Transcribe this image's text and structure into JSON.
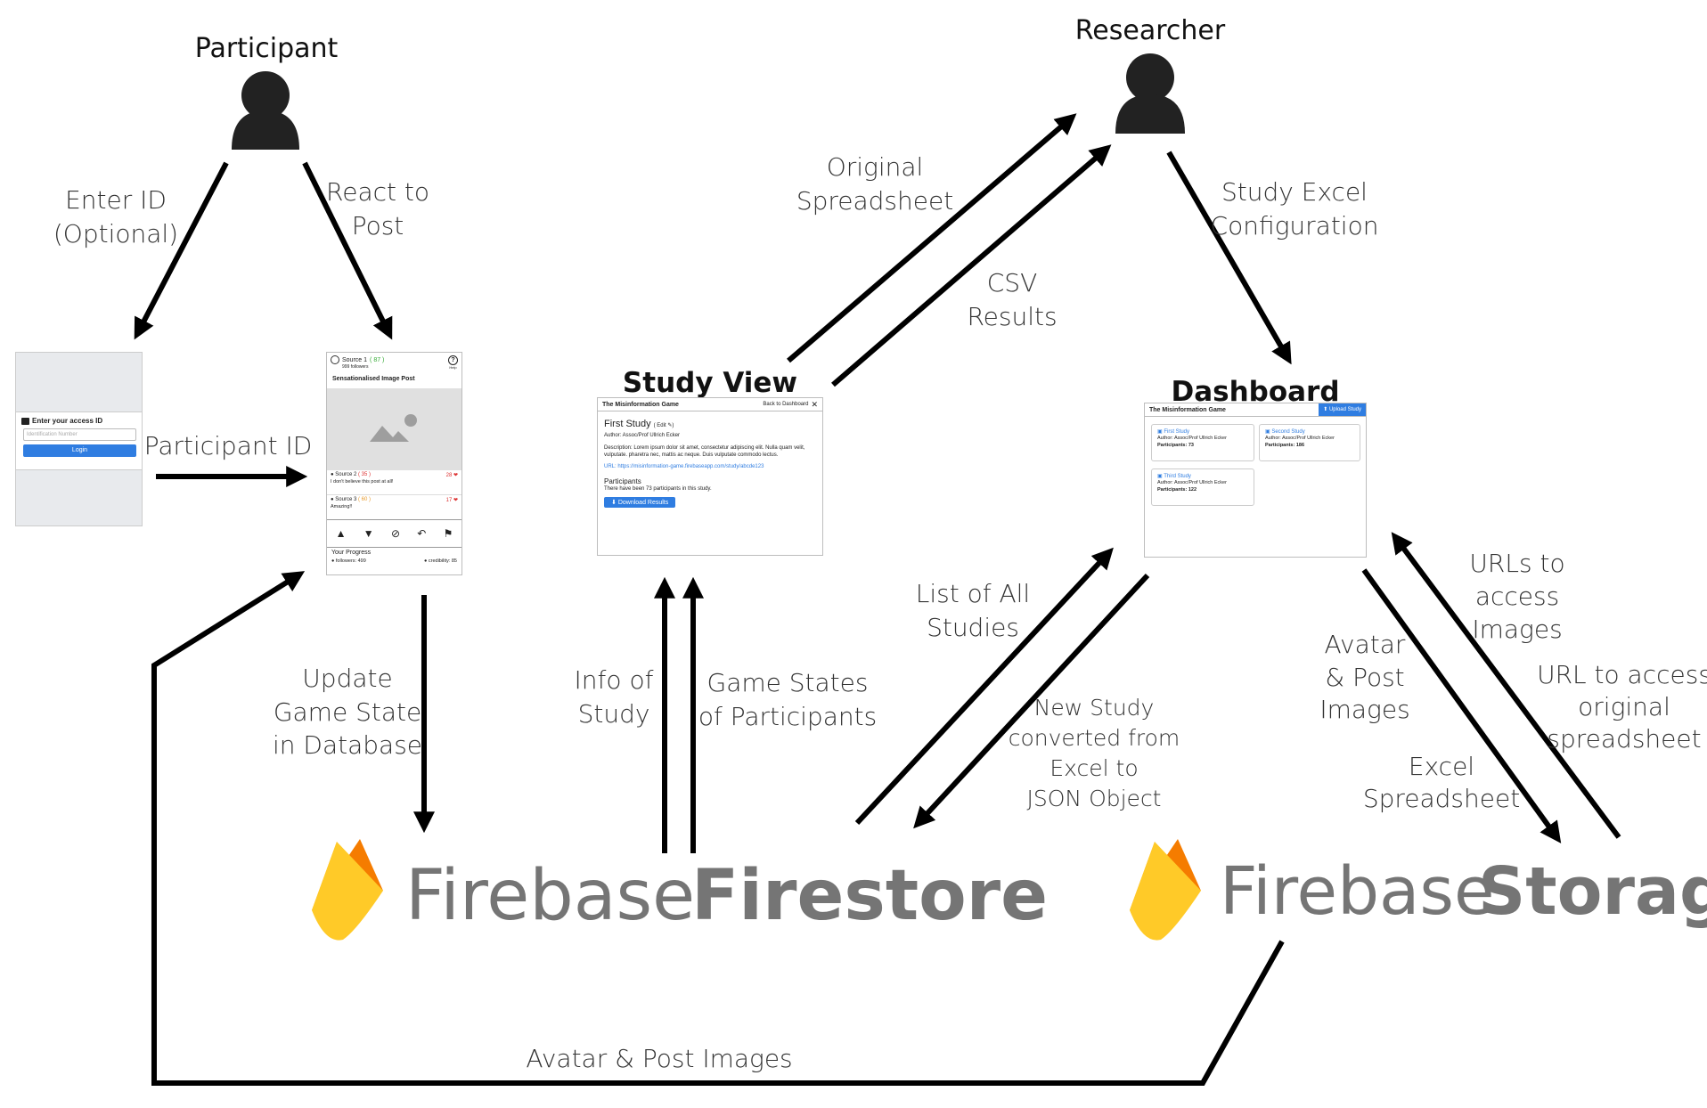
{
  "actors": {
    "participant": "Participant",
    "researcher": "Researcher"
  },
  "titles": {
    "study_view": "Study View",
    "dashboard": "Dashboard"
  },
  "labels": {
    "enter_id_1": "Enter ID",
    "enter_id_2": "(Optional)",
    "react_1": "React to",
    "react_2": "Post",
    "participant_id": "Participant ID",
    "update_1": "Update",
    "update_2": "Game State",
    "update_3": "in Database",
    "info_1": "Info of",
    "info_2": "Study",
    "gamestates_1": "Game States",
    "gamestates_2": "of Participants",
    "original_1": "Original",
    "original_2": "Spreadsheet",
    "csv_1": "CSV",
    "csv_2": "Results",
    "study_excel_1": "Study Excel",
    "study_excel_2": "Configuration",
    "list_1": "List of All",
    "list_2": "Studies",
    "new_study_1": "New Study",
    "new_study_2": "converted from",
    "new_study_3": "Excel to",
    "new_study_4": "JSON Object",
    "avatar_post_1": "Avatar",
    "avatar_post_2": "& Post",
    "avatar_post_3": "Images",
    "excel_1": "Excel",
    "excel_2": "Spreadsheet",
    "urls_1": "URLs to",
    "urls_2": "access",
    "urls_3": "Images",
    "url_orig_1": "URL to access",
    "url_orig_2": "original",
    "url_orig_3": "spreadsheet",
    "bottom": "Avatar & Post Images"
  },
  "firestore": {
    "word1": "Firebase",
    "word2": "Firestore"
  },
  "storage": {
    "word1": "Firebase",
    "word2": "Storage"
  },
  "login_screen": {
    "title": "Enter your access ID",
    "placeholder": "Identification Number",
    "button": "Login"
  },
  "post_screen": {
    "source": "Source 1",
    "source_score": "87",
    "followers": "999 followers",
    "help": "Help",
    "post_title": "Sensationalised Image Post",
    "c1_source": "Source 2",
    "c1_score": "35",
    "c1_likes": "28",
    "c1_text": "I don't believe this post at all!",
    "c2_source": "Source 3",
    "c2_score": "60",
    "c2_likes": "17",
    "c2_text": "Amazing!!",
    "progress": "Your Progress",
    "followers_stat": "followers: 499",
    "credibility_stat": "credibility: 85"
  },
  "study_screen": {
    "header": "The Misinformation Game",
    "back": "Back to Dashboard",
    "study_title": "First Study",
    "edit": "( Edit",
    "author": "Author: Assoc/Prof Ullrich Ecker",
    "description": "Description: Lorem ipsum dolor sit amet, consectetur adipiscing elit. Nulla quam velit, vulputate. pharetra nec, mattis ac neque. Duis vulputate commodo lectus.",
    "url": "URL: https://misinformation-game.firebaseapp.com/study/abcde123",
    "participants_h": "Participants",
    "participants_t": "There have been 73 participants in this study.",
    "download": "Download Results"
  },
  "dashboard_screen": {
    "header": "The Misinformation Game",
    "upload": "Upload Study",
    "cards": [
      {
        "title": "First Study",
        "author": "Author: Assoc/Prof Ullrich Ecker",
        "participants": "Participants: 73"
      },
      {
        "title": "Second Study",
        "author": "Author: Assoc/Prof Ullrich Ecker",
        "participants": "Participants: 186"
      },
      {
        "title": "Third Study",
        "author": "Author: Assoc/Prof Ullrich Ecker",
        "participants": "Participants: 122"
      }
    ]
  },
  "colors": {
    "arrow": "#000000",
    "flame_yellow": "#FFCA28",
    "flame_orange": "#FFA000",
    "flame_dark": "#F57C00",
    "firebase_grey": "#757575",
    "button_blue": "#2f7de1"
  }
}
